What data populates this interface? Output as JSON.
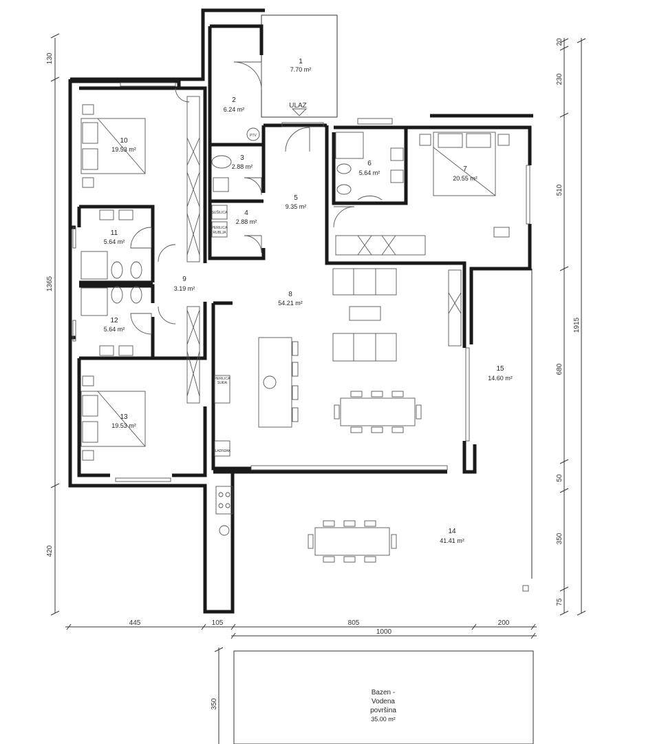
{
  "rooms": [
    {
      "num": "1",
      "area": "7.70 m²"
    },
    {
      "num": "2",
      "area": "6.24 m²"
    },
    {
      "num": "3",
      "area": "2.88 m²"
    },
    {
      "num": "4",
      "area": "2.88 m²"
    },
    {
      "num": "5",
      "area": "9.35 m²"
    },
    {
      "num": "6",
      "area": "5.64 m²"
    },
    {
      "num": "7",
      "area": "20.55 m²"
    },
    {
      "num": "8",
      "area": "54.21 m²"
    },
    {
      "num": "9",
      "area": "3.19 m²"
    },
    {
      "num": "10",
      "area": "19.53 m²"
    },
    {
      "num": "11",
      "area": "5.64 m²"
    },
    {
      "num": "12",
      "area": "5.64 m²"
    },
    {
      "num": "13",
      "area": "19.53 m²"
    },
    {
      "num": "14",
      "area": "41.41 m²"
    },
    {
      "num": "15",
      "area": "14.60 m²"
    }
  ],
  "pool": {
    "line1": "Bazen -",
    "line2": "Vodena",
    "line3": "površina",
    "area": "35.00 m²"
  },
  "labels": {
    "entrance": "ULAZ",
    "ptv": "PTV",
    "susilica": "SUŠILICA",
    "perilica_rublja_1": "PERILICA",
    "perilica_rublja_2": "RUBLJA",
    "perilica_sudja_1": "PERILICA",
    "perilica_sudja_2": "SUĐA",
    "hladnjak": "HLADNJAK"
  },
  "dimensions": {
    "left": [
      "130",
      "1365",
      "420"
    ],
    "right": [
      "20",
      "230",
      "510",
      "680",
      "50",
      "350",
      "75"
    ],
    "right_total": "1915",
    "bottom": [
      "445",
      "105",
      "805",
      "200"
    ],
    "bottom_total": "1000",
    "pool_depth": "350"
  }
}
